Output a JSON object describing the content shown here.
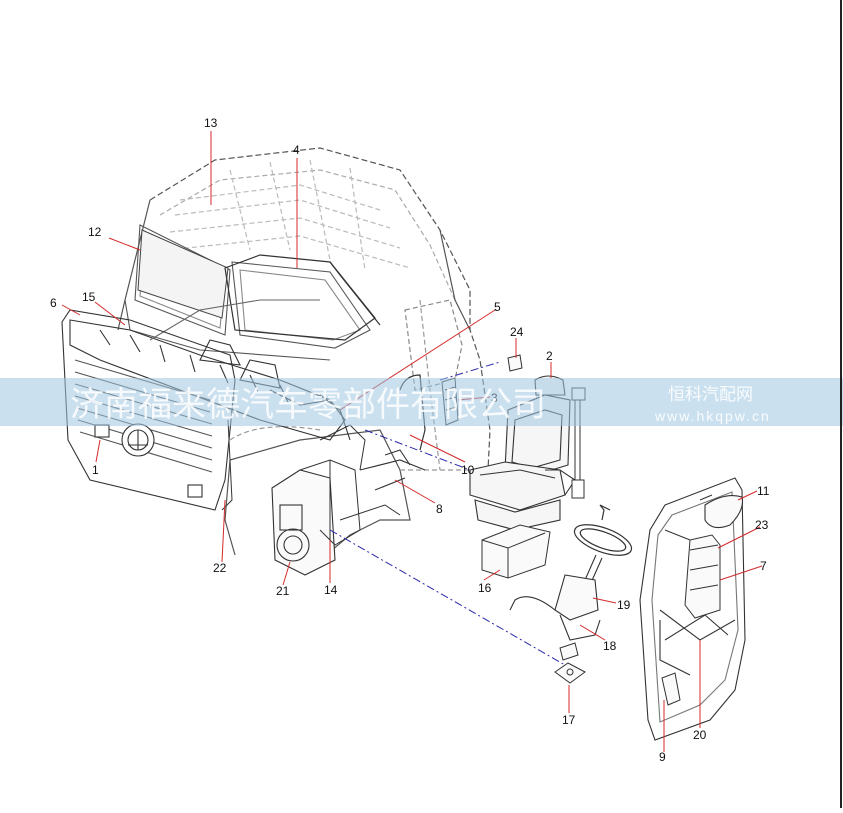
{
  "watermark": {
    "company_cn": "济南福来德汽车零部件有限公司",
    "site_name": "恒科汽配网",
    "site_url": "www.hkqpw.cn",
    "band_color": "#9fc6e2",
    "text_color": "#ffffff"
  },
  "callouts": [
    "1",
    "2",
    "3",
    "4",
    "5",
    "6",
    "7",
    "8",
    "9",
    "10",
    "11",
    "12",
    "13",
    "14",
    "15",
    "16",
    "17",
    "18",
    "19",
    "20",
    "21",
    "22",
    "23",
    "24"
  ],
  "colors": {
    "line": "#333333",
    "leader": "#d42a2a",
    "dash": "#2a2aa8",
    "hidden": "#9a9a9a"
  }
}
